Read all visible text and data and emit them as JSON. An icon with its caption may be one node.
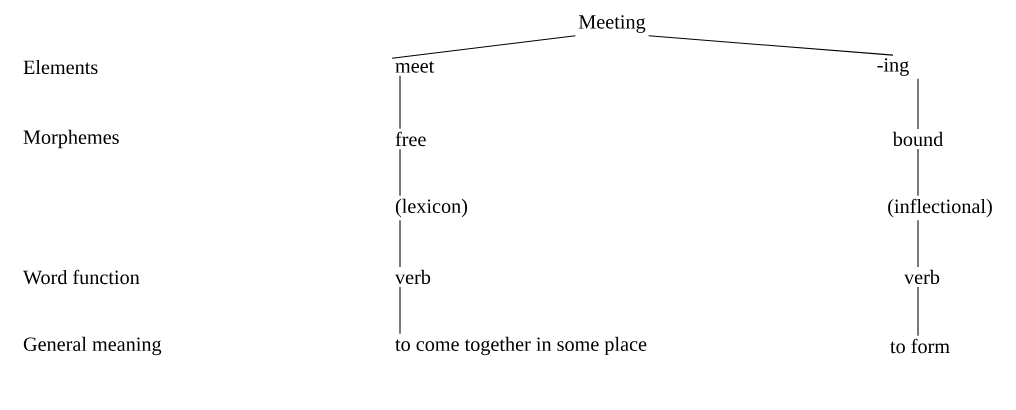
{
  "diagram": {
    "nodes": [
      {
        "text": [
          "Meeting"
        ]
      },
      {
        "text": [
          "meet"
        ]
      },
      {
        "text": [
          "-ing"
        ]
      },
      {
        "text": [
          "free"
        ]
      },
      {
        "text": [
          "bound"
        ]
      },
      {
        "text": [
          "(lexicon)"
        ]
      },
      {
        "text": [
          "(inflectional)"
        ]
      },
      {
        "text": [
          "verb"
        ]
      },
      {
        "text": [
          "verb"
        ]
      },
      {
        "text": [
          "to come together in some place"
        ]
      },
      {
        "text": [
          "to form"
        ]
      }
    ],
    "edges": [
      {
        "from": 0,
        "to": 1,
        "arrow": "none"
      },
      {
        "from": 0,
        "to": 2,
        "arrow": "none"
      },
      {
        "from": 1,
        "to": 3,
        "arrow": "none"
      },
      {
        "from": 3,
        "to": 5,
        "arrow": "none"
      },
      {
        "from": 5,
        "to": 7,
        "arrow": "none"
      },
      {
        "from": 7,
        "to": 9,
        "arrow": "none"
      },
      {
        "from": 2,
        "to": 4,
        "arrow": "none"
      },
      {
        "from": 4,
        "to": 6,
        "arrow": "none"
      },
      {
        "from": 6,
        "to": 8,
        "arrow": "none"
      },
      {
        "from": 8,
        "to": 10,
        "arrow": "none"
      }
    ],
    "labels": [
      "Elements",
      "Morphemes",
      "Word function",
      "General meaning"
    ]
  }
}
